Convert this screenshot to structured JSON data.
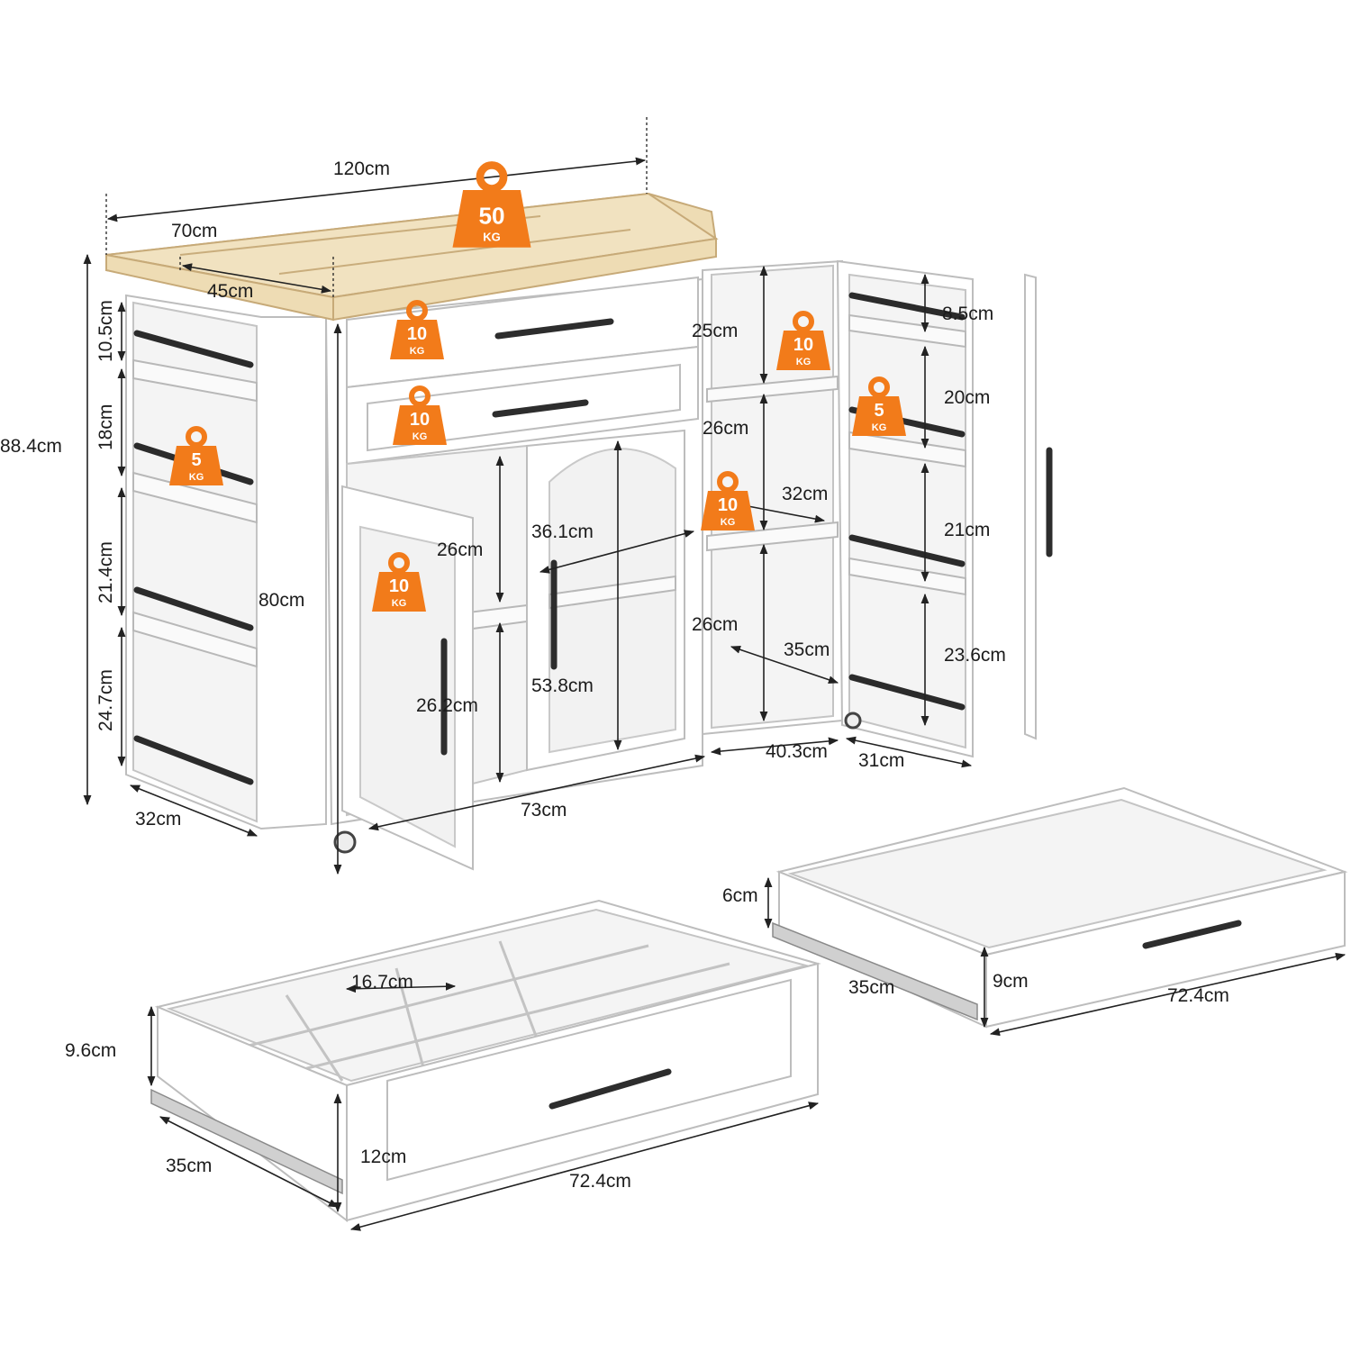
{
  "colors": {
    "accent": "#F27B1A",
    "wood": "#EEDCB4",
    "cabinet": "#FFFFFF",
    "metal": "#2B2B2B"
  },
  "weights": {
    "top": {
      "value": "50",
      "unit": "KG"
    },
    "drawer_upper": {
      "value": "10",
      "unit": "KG"
    },
    "drawer_lower": {
      "value": "10",
      "unit": "KG"
    },
    "side_rack": {
      "value": "5",
      "unit": "KG"
    },
    "left_door_shelf": {
      "value": "10",
      "unit": "KG"
    },
    "open_shelf_top": {
      "value": "10",
      "unit": "KG"
    },
    "open_shelf_mid": {
      "value": "10",
      "unit": "KG"
    },
    "right_door_rack": {
      "value": "5",
      "unit": "KG"
    }
  },
  "dimensions": {
    "top_width": "120cm",
    "top_depth": "70cm",
    "leaf_depth": "45cm",
    "total_height": "88.4cm",
    "side_h1": "10.5cm",
    "side_h2": "18cm",
    "side_h3": "21.4cm",
    "side_h4": "24.7cm",
    "body_height": "80cm",
    "side_depth": "32cm",
    "body_width": "73cm",
    "cab_shelf_upper": "26cm",
    "cab_shelf_lower": "26.2cm",
    "cab_inner_width": "36.1cm",
    "cab_inner_height": "53.8cm",
    "open_top": "25cm",
    "open_mid": "26cm",
    "open_depth_top": "32cm",
    "open_low": "26cm",
    "open_depth_low": "35cm",
    "open_width": "40.3cm",
    "door_h1": "8.5cm",
    "door_h2": "20cm",
    "door_h3": "21cm",
    "door_h4": "23.6cm",
    "door_width": "31cm",
    "divider_drawer_cell": "16.7cm",
    "divider_drawer_height": "9.6cm",
    "divider_drawer_front": "12cm",
    "divider_drawer_depth": "35cm",
    "divider_drawer_width": "72.4cm",
    "plain_drawer_inner": "6cm",
    "plain_drawer_front": "9cm",
    "plain_drawer_depth": "35cm",
    "plain_drawer_width": "72.4cm"
  }
}
